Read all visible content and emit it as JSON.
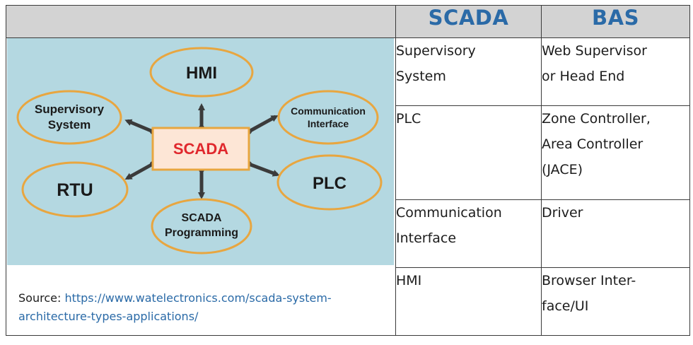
{
  "header": {
    "col1": "",
    "col2": "SCADA",
    "col3": "BAS"
  },
  "diagram": {
    "center": "SCADA",
    "nodes": {
      "hmi": "HMI",
      "supervisory_line1": "Supervisory",
      "supervisory_line2": "System",
      "comm_line1": "Communication",
      "comm_line2": "Interface",
      "rtu": "RTU",
      "plc": "PLC",
      "prog_line1": "SCADA",
      "prog_line2": "Programming"
    }
  },
  "source": {
    "label": "Source: ",
    "url": "https://www.watelectronics.com/scada-system-architecture-types-applications/"
  },
  "rows": [
    {
      "scada_l1": "Supervisory",
      "scada_l2": "System",
      "bas_l1": "Web Supervisor",
      "bas_l2": "or Head End"
    },
    {
      "scada_l1": "PLC",
      "bas_l1": "Zone Controller,",
      "bas_l2": "Area Controller",
      "bas_l3": "(JACE)"
    },
    {
      "scada_l1": "Communication",
      "scada_l2": "Interface",
      "bas_l1": "Driver"
    },
    {
      "scada_l1": "HMI",
      "bas_l1": "Browser Inter-",
      "bas_l2": "face/UI"
    }
  ],
  "colors": {
    "header_bg": "#d3d3d3",
    "header_text": "#2a6aa7",
    "diagram_bg": "#b4d8e1",
    "ellipse_stroke": "#e8a640",
    "center_fill": "#fde6d6",
    "center_text": "#e0282d",
    "link": "#2a6aa7"
  }
}
